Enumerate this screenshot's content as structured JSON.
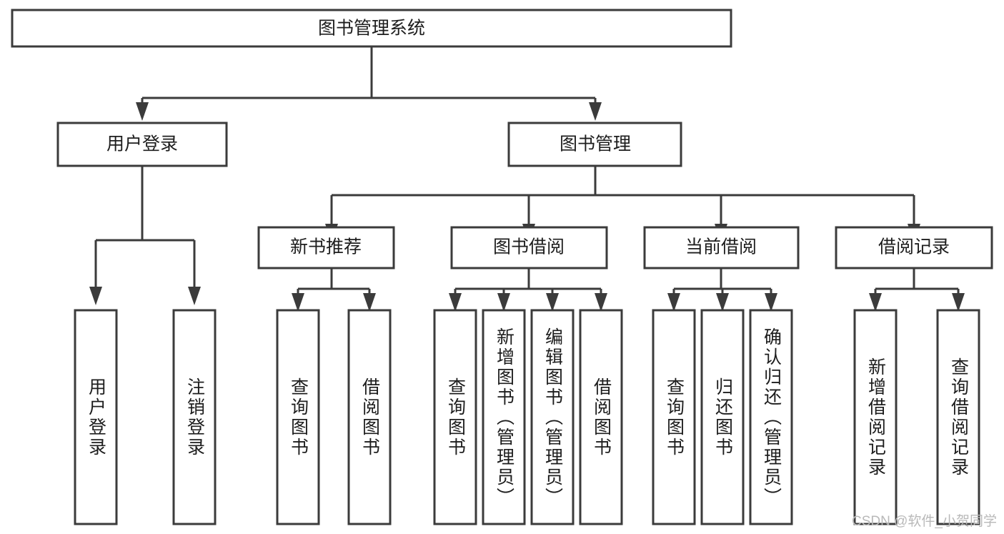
{
  "diagram": {
    "title": "图书管理系统",
    "watermark": "CSDN @软件_小贺同学",
    "colors": {
      "box_stroke": "#3b3b3b",
      "box_fill": "#ffffff",
      "text": "#1d1d1d",
      "watermark": "#b9b9b9",
      "background": "#ffffff"
    },
    "root": {
      "label": "图书管理系统"
    },
    "level2": [
      {
        "label": "用户登录"
      },
      {
        "label": "图书管理"
      }
    ],
    "level3": [
      {
        "label": "新书推荐"
      },
      {
        "label": "图书借阅"
      },
      {
        "label": "当前借阅"
      },
      {
        "label": "借阅记录"
      }
    ],
    "leaves": {
      "user_login": [
        {
          "label": "用户登录"
        },
        {
          "label": "注销登录"
        }
      ],
      "new_book_recommend": [
        {
          "label": "查询图书"
        },
        {
          "label": "借阅图书"
        }
      ],
      "book_borrow": [
        {
          "label": "查询图书"
        },
        {
          "label": "新增图书（管理员）"
        },
        {
          "label": "编辑图书（管理员）"
        },
        {
          "label": "借阅图书"
        }
      ],
      "current_borrow": [
        {
          "label": "查询图书"
        },
        {
          "label": "归还图书"
        },
        {
          "label": "确认归还（管理员）"
        }
      ],
      "borrow_record": [
        {
          "label": "新增借阅记录"
        },
        {
          "label": "查询借阅记录"
        }
      ]
    }
  }
}
